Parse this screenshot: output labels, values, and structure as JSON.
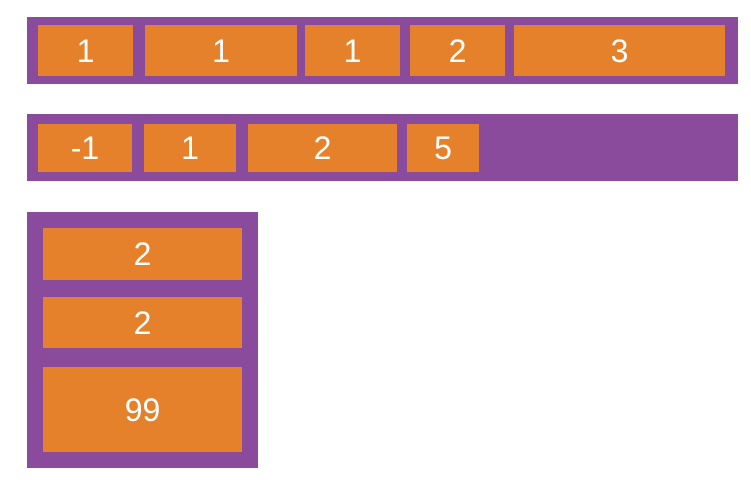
{
  "colors": {
    "container": "#8b4b9d",
    "item": "#e6812b",
    "label": "#ffffff",
    "canvas": "#ffffff"
  },
  "containers": [
    {
      "direction": "row",
      "items": [
        {
          "label": "1"
        },
        {
          "label": "1"
        },
        {
          "label": "1"
        },
        {
          "label": "2"
        },
        {
          "label": "3"
        }
      ]
    },
    {
      "direction": "row",
      "items": [
        {
          "label": "-1"
        },
        {
          "label": "1"
        },
        {
          "label": "2"
        },
        {
          "label": "5"
        }
      ]
    },
    {
      "direction": "column",
      "items": [
        {
          "label": "2"
        },
        {
          "label": "2"
        },
        {
          "label": "99"
        }
      ]
    }
  ]
}
